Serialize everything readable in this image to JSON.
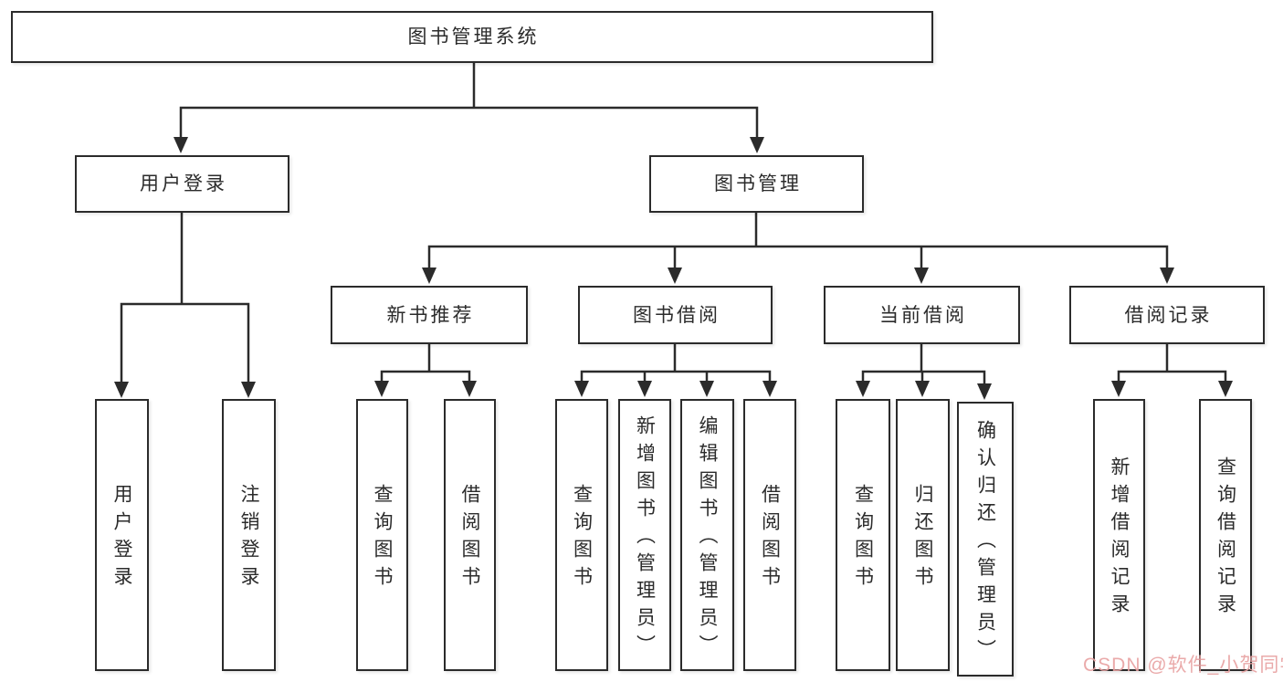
{
  "diagram_type": "hierarchy-tree",
  "colors": {
    "line": "#2b2b2b",
    "box_border": "#2b2b2b",
    "box_bg": "#ffffff",
    "text": "#2b2b2b",
    "watermark": "#e8a1a1"
  },
  "nodes": {
    "root": "图书管理系统",
    "branch_user_login": "用户登录",
    "branch_book_mgmt": "图书管理",
    "branch_new_rec": "新书推荐",
    "branch_book_borrow": "图书借阅",
    "branch_current_borrow": "当前借阅",
    "branch_borrow_records": "借阅记录",
    "leaf_user_login": "用户登录",
    "leaf_logout": "注销登录",
    "leaf_rec_query_books": "查询图书",
    "leaf_rec_borrow_books": "借阅图书",
    "leaf_bb_query_books": "查询图书",
    "leaf_bb_add_books": "新增图书（管理员）",
    "leaf_bb_edit_books": "编辑图书（管理员）",
    "leaf_bb_borrow_books": "借阅图书",
    "leaf_cb_query_books": "查询图书",
    "leaf_cb_return_books": "归还图书",
    "leaf_cb_confirm_return": "确认归还（管理员）",
    "leaf_br_add_record": "新增借阅记录",
    "leaf_br_query_record": "查询借阅记录"
  },
  "watermark": {
    "text": "CSDN @软件_小贺同学"
  }
}
